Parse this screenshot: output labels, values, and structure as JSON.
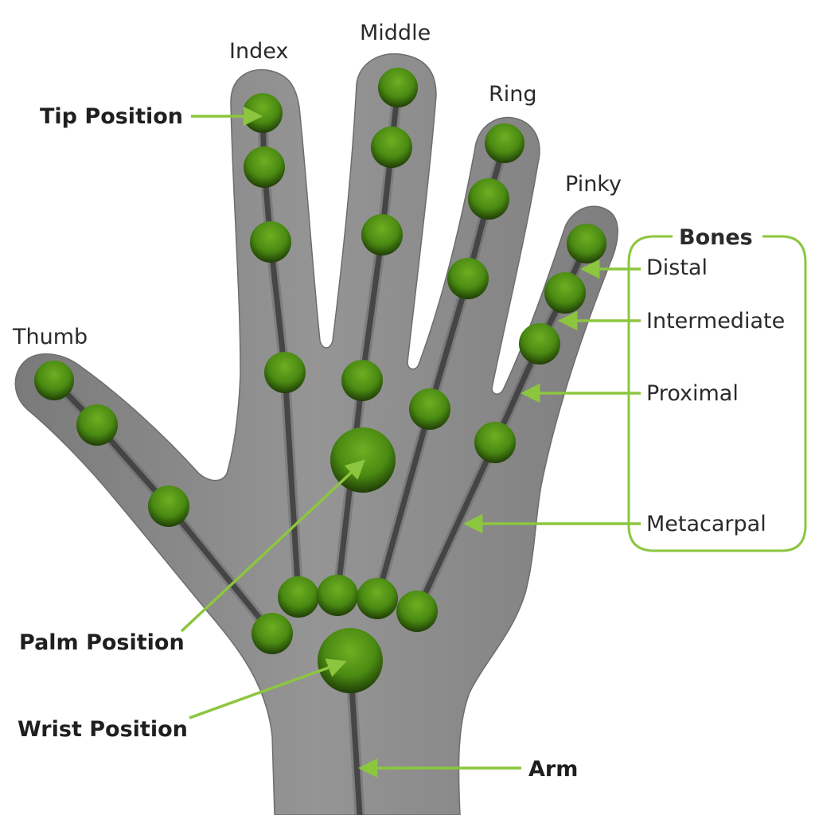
{
  "fingers": {
    "index": "Index",
    "middle": "Middle",
    "ring": "Ring",
    "pinky": "Pinky",
    "thumb": "Thumb"
  },
  "bones": {
    "title": "Bones",
    "distal": "Distal",
    "intermediate": "Intermediate",
    "proximal": "Proximal",
    "metacarpal": "Metacarpal"
  },
  "positions": {
    "tip": "Tip Position",
    "palm": "Palm Position",
    "wrist": "Wrist Position",
    "arm": "Arm"
  },
  "colors": {
    "hand": "#8c8c8c",
    "joint": "#4a8a12",
    "arrow": "#8cc63f",
    "bracket": "#8cc63f"
  }
}
